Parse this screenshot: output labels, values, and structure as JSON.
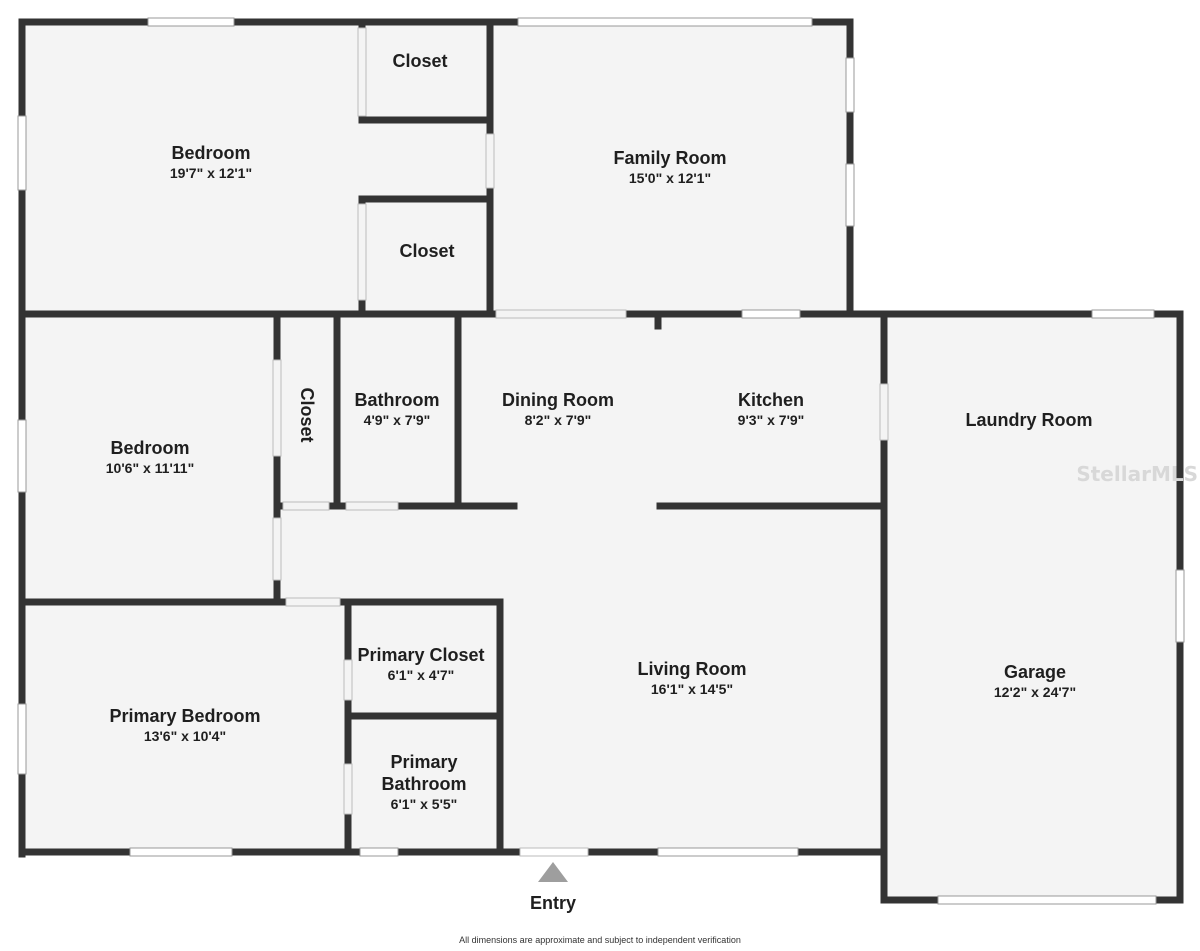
{
  "rooms": [
    {
      "id": "bedroom-top",
      "name": "Bedroom",
      "dims": "19'7\" x 12'1\""
    },
    {
      "id": "closet-top",
      "name": "Closet",
      "dims": ""
    },
    {
      "id": "closet-mid",
      "name": "Closet",
      "dims": ""
    },
    {
      "id": "family-room",
      "name": "Family Room",
      "dims": "15'0\" x 12'1\""
    },
    {
      "id": "bedroom-mid",
      "name": "Bedroom",
      "dims": "10'6\" x 11'11\""
    },
    {
      "id": "closet-vertical",
      "name": "Closet",
      "dims": ""
    },
    {
      "id": "bathroom",
      "name": "Bathroom",
      "dims": "4'9\" x 7'9\""
    },
    {
      "id": "dining-room",
      "name": "Dining Room",
      "dims": "8'2\" x 7'9\""
    },
    {
      "id": "kitchen",
      "name": "Kitchen",
      "dims": "9'3\" x 7'9\""
    },
    {
      "id": "laundry-room",
      "name": "Laundry Room",
      "dims": ""
    },
    {
      "id": "primary-bedroom",
      "name": "Primary Bedroom",
      "dims": "13'6\" x 10'4\""
    },
    {
      "id": "primary-closet",
      "name": "Primary Closet",
      "dims": "6'1\" x 4'7\""
    },
    {
      "id": "primary-bathroom",
      "name": "Primary Bathroom",
      "dims": "6'1\" x 5'5\"",
      "name_lines": [
        "Primary",
        "Bathroom"
      ]
    },
    {
      "id": "living-room",
      "name": "Living Room",
      "dims": "16'1\" x 14'5\""
    },
    {
      "id": "garage",
      "name": "Garage",
      "dims": "12'2\" x 24'7\""
    }
  ],
  "entry_label": "Entry",
  "watermark": "StellarMLS",
  "disclaimer": "All dimensions are approximate and subject to independent verification",
  "colors": {
    "wall": "#333333",
    "floor": "#f4f4f4",
    "window": "#ffffff",
    "arrow": "#9e9e9e"
  }
}
